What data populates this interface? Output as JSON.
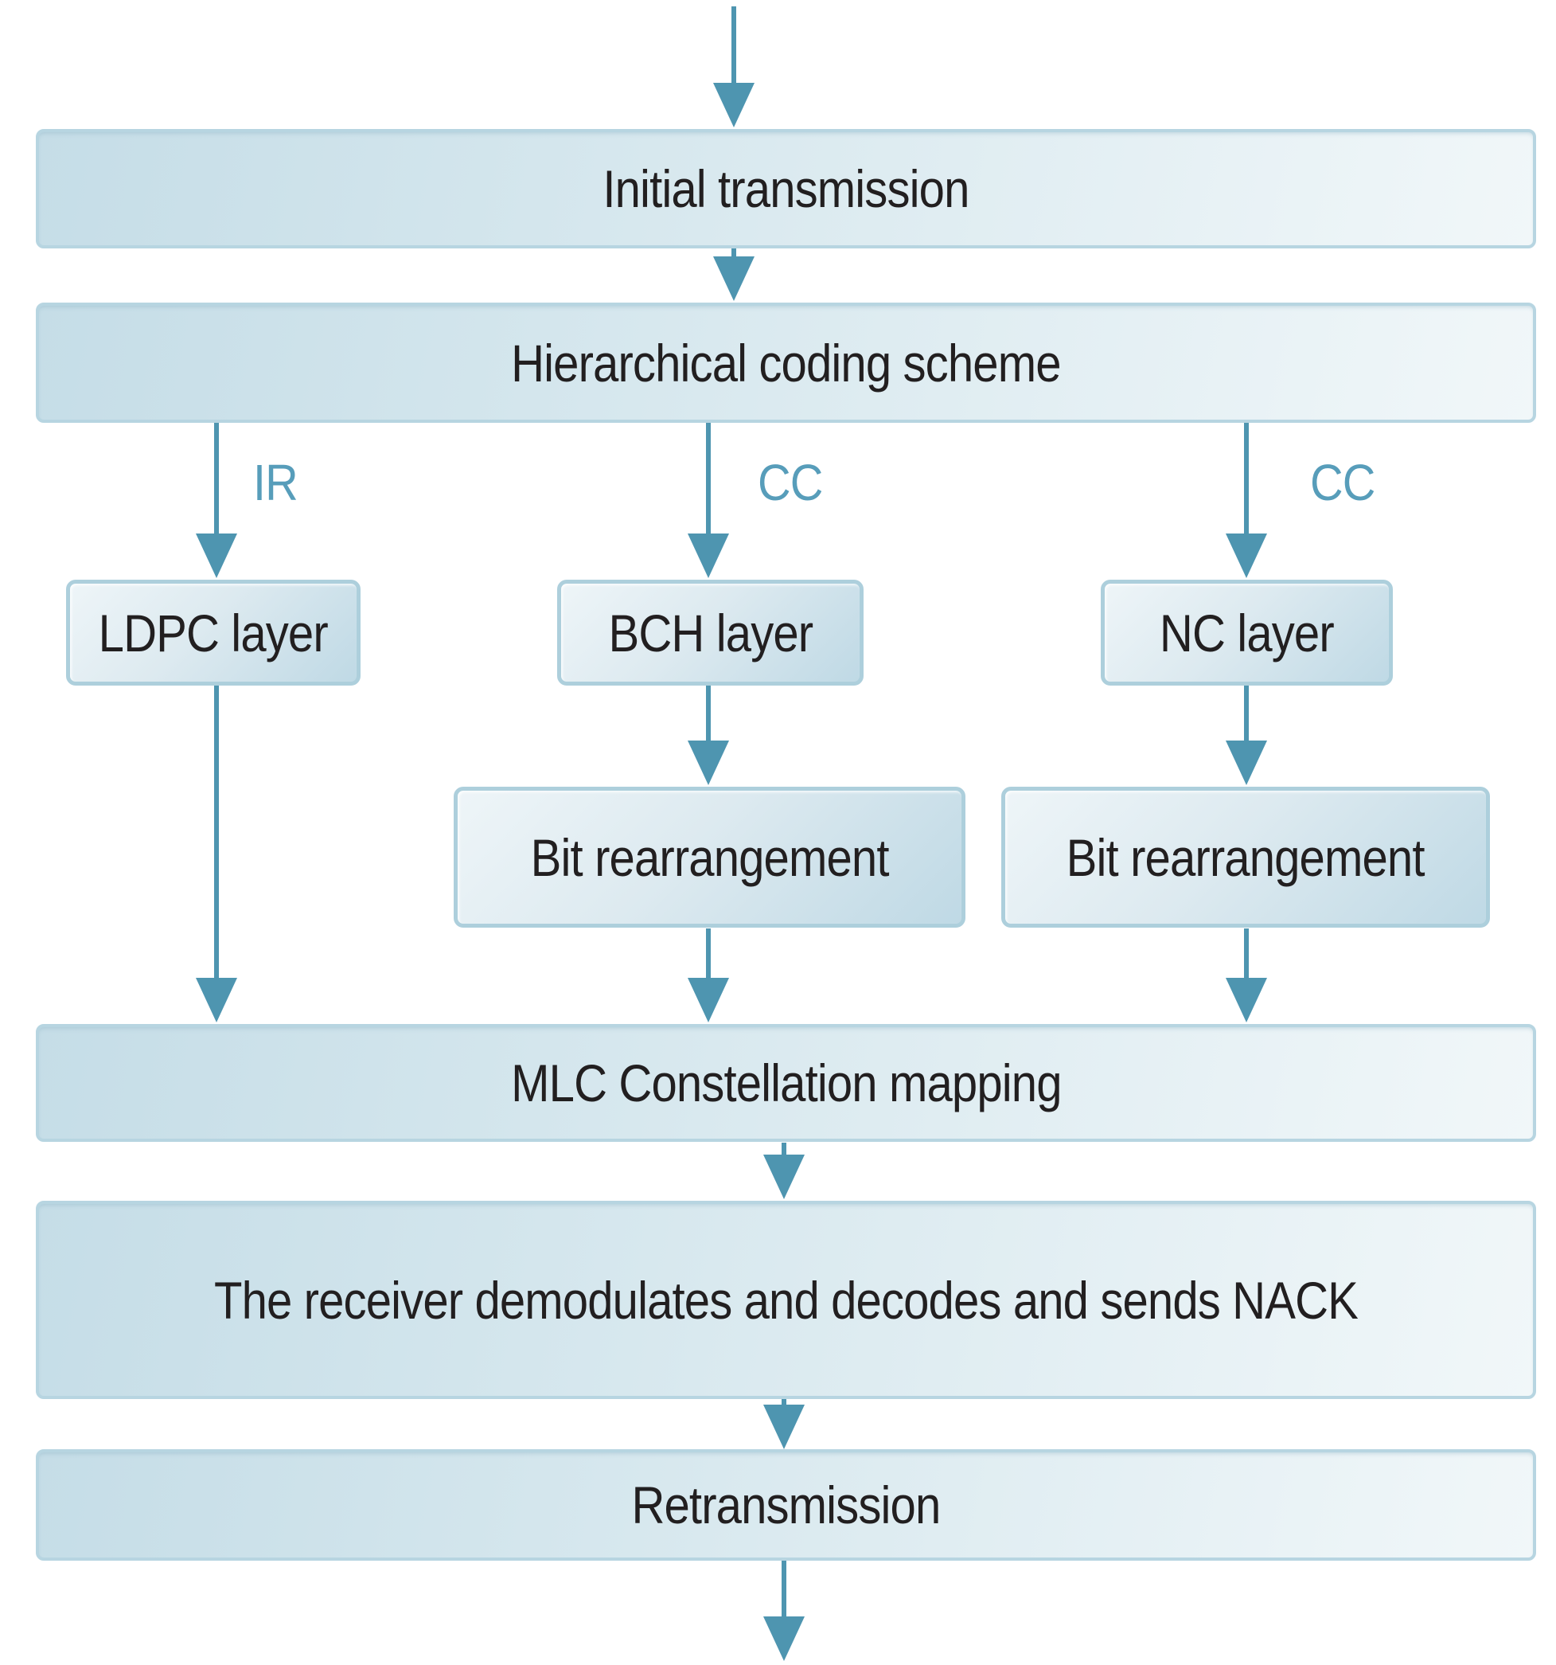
{
  "boxes": {
    "initial": "Initial transmission",
    "hierarchical": "Hierarchical coding scheme",
    "ldpc": "LDPC layer",
    "bch": "BCH layer",
    "nc": "NC layer",
    "bit_rearrangement_left": "Bit rearrangement",
    "bit_rearrangement_right": "Bit rearrangement",
    "mlc": "MLC Constellation mapping",
    "receiver": "The receiver demodulates and decodes and sends NACK",
    "retransmission": "Retransmission"
  },
  "edge_labels": {
    "ir": "IR",
    "cc_mid": "CC",
    "cc_right": "CC"
  },
  "colors": {
    "arrow": "#4e95b0",
    "edge_label_text": "#579dba",
    "wide_box_border": "#b7d5e1",
    "wide_box_fill_dark": "#c5dde7",
    "wide_box_fill_light": "#f1f7f9",
    "small_box_border": "#adcfdc",
    "small_box_fill_light": "#eef5f8",
    "small_box_fill_dark": "#bfd9e5",
    "text": "#221f20",
    "background": "#ffffff"
  }
}
